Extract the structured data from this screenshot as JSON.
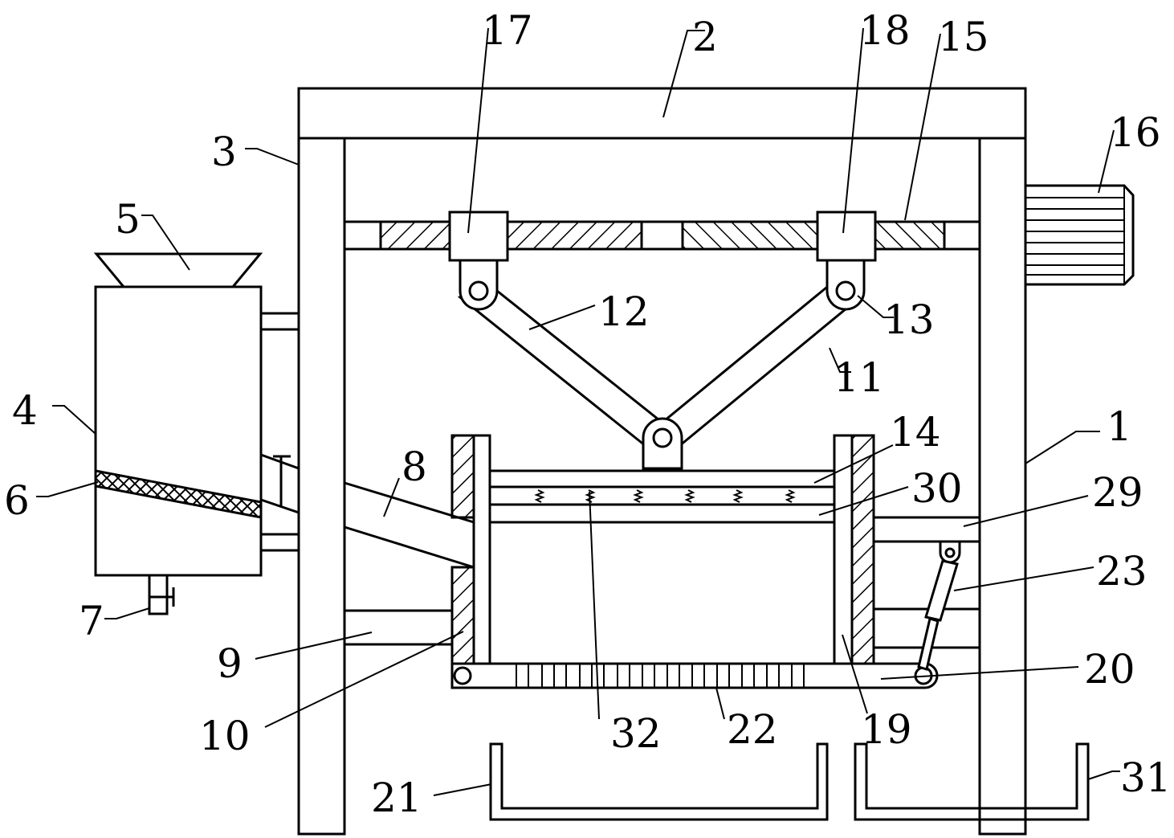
{
  "diagram": {
    "labels": {
      "frame_right": "1",
      "top_beam": "2",
      "frame_left": "3",
      "tank": "4",
      "funnel": "5",
      "filter_screen": "6",
      "drain_valve": "7",
      "inlet_pipe": "8",
      "support_bracket": "9",
      "sieve_box": "10",
      "right_link": "11",
      "left_link": "12",
      "hinge_seat": "13",
      "press_plate": "14",
      "screw_rod": "15",
      "motor": "16",
      "left_nut": "17",
      "right_nut": "18",
      "inner_liner": "19",
      "bottom_hinge": "20",
      "left_collector": "21",
      "bottom_mesh": "22",
      "cylinder": "23",
      "side_plate": "29",
      "lower_plate": "30",
      "right_collector": "31",
      "spring": "32"
    }
  }
}
